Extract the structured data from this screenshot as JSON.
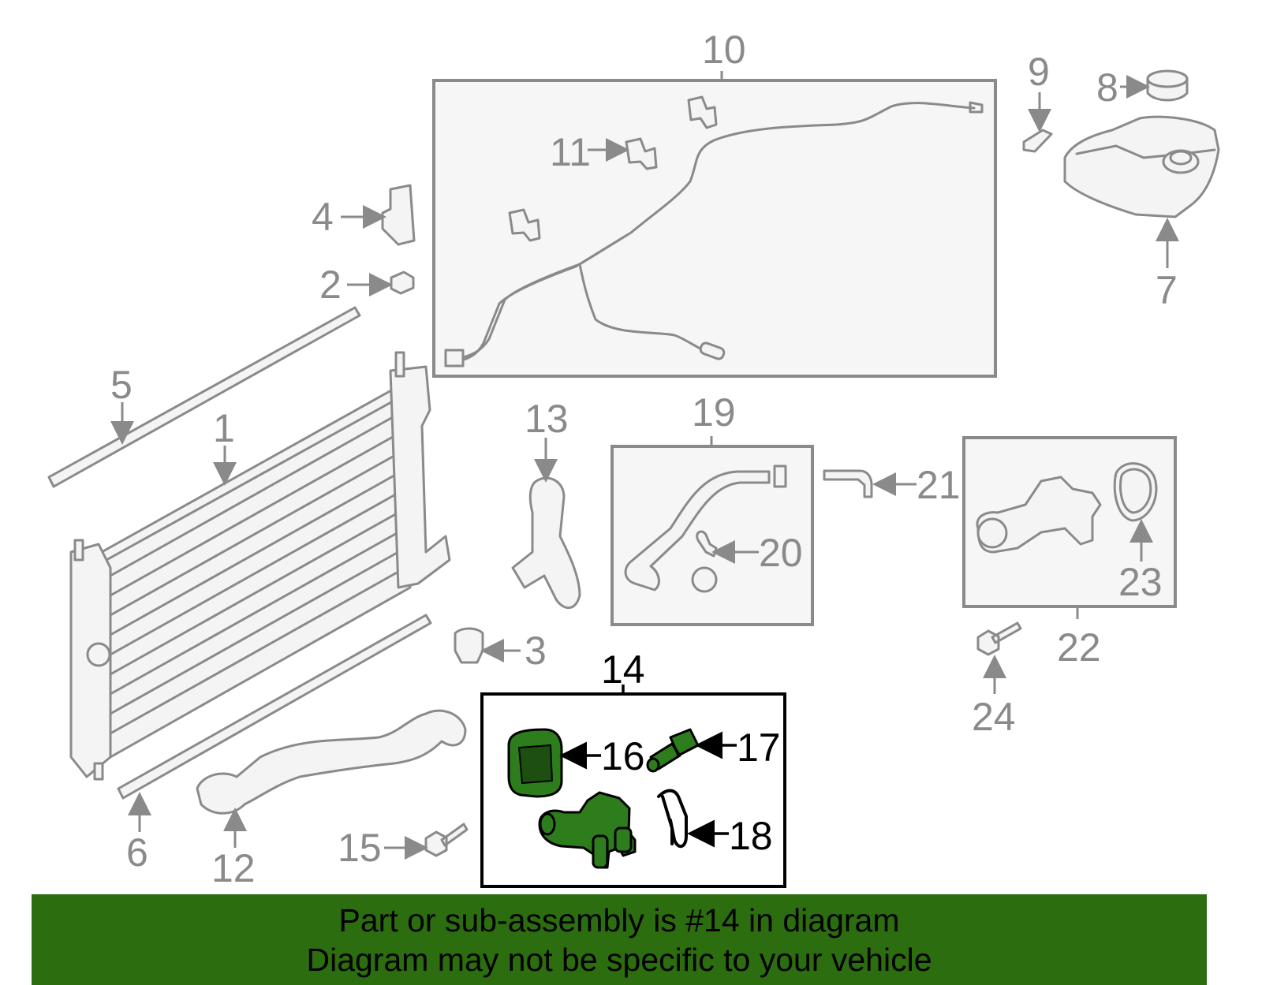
{
  "labels": {
    "p1": "1",
    "p2": "2",
    "p3": "3",
    "p4": "4",
    "p5": "5",
    "p6": "6",
    "p7": "7",
    "p8": "8",
    "p9": "9",
    "p10": "10",
    "p11": "11",
    "p12": "12",
    "p13": "13",
    "p14": "14",
    "p15": "15",
    "p16": "16",
    "p17": "17",
    "p18": "18",
    "p19": "19",
    "p20": "20",
    "p21": "21",
    "p22": "22",
    "p23": "23",
    "p24": "24"
  },
  "highlight": {
    "part": "14",
    "color": "#2b6d0f"
  },
  "banner": {
    "line1": "Part or sub-assembly is #14 in diagram",
    "line2": "Diagram may not be specific to your vehicle"
  },
  "colors": {
    "part_stroke": "#8a8a8a",
    "highlight_fill": "#2e7d1c",
    "banner_bg": "#2b6d0f"
  }
}
